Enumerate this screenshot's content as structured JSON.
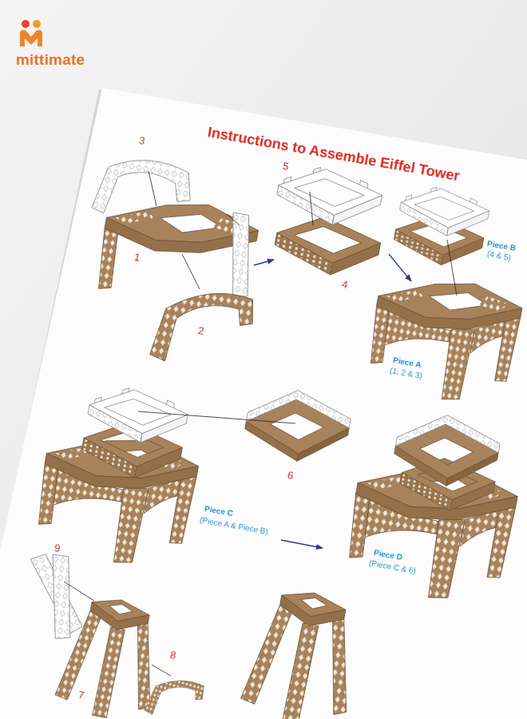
{
  "diagram": {
    "title": "Instructions to Assemble Eiffel Tower",
    "labels": [
      "mittimate",
      "3",
      "1",
      "2",
      "5",
      "4",
      "Piece B",
      "(4 & 5)",
      "Piece A",
      "(1, 2 & 3)",
      "6",
      "Piece C",
      "(Piece A & Piece B)",
      "Piece D",
      "(Piece C & 6)",
      "9",
      "8",
      "7"
    ]
  }
}
